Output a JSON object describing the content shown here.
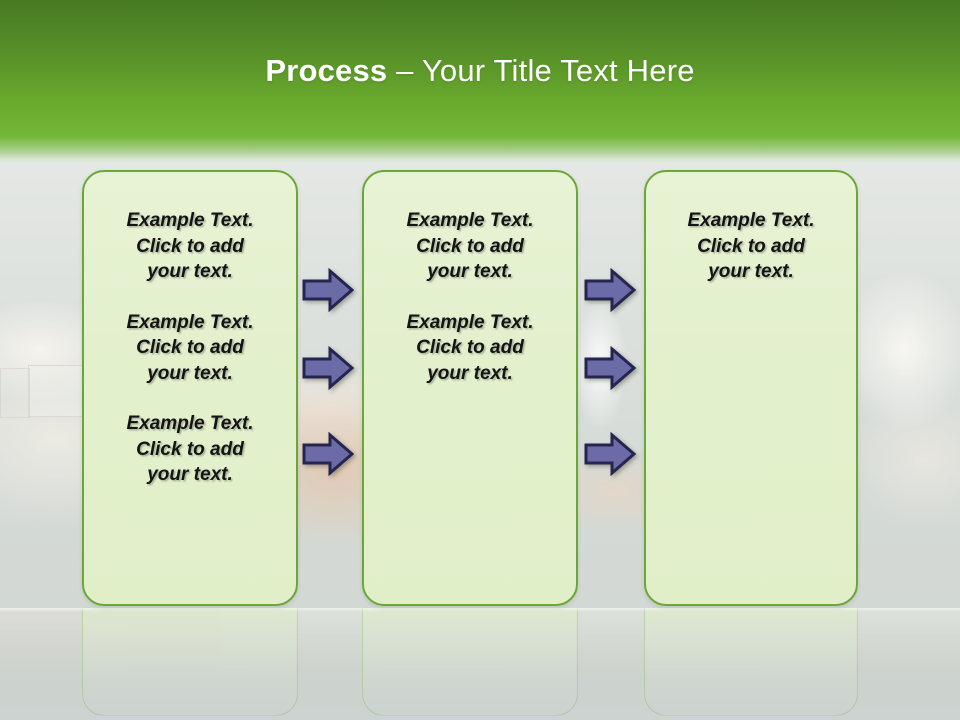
{
  "slide": {
    "title": {
      "bold_part": "Process",
      "rest_part": " – Your Title Text Here",
      "full": "Process – Your Title Text Here"
    },
    "theme": {
      "header_green_dark": "#477a23",
      "header_green_bright": "#74b636",
      "box_border_green": "#6aa739",
      "box_fill_green": "#e3f0cc",
      "arrow_fill_purple": "#6b6ba8",
      "arrow_outline_navy": "#252550",
      "floor_gray": "#cdd3cc",
      "text_color": "#141414",
      "title_color": "#ffffff"
    },
    "placeholder_text": "Example Text.\nClick  to add\nyour text.",
    "boxes": [
      {
        "name": "stage-one",
        "paragraphs": [
          "Example Text.\nClick  to add\nyour text.",
          "Example Text.\nClick  to add\nyour text.",
          "Example Text.\nClick  to add\nyour text."
        ]
      },
      {
        "name": "stage-two",
        "paragraphs": [
          "Example Text.\nClick  to add\nyour text.",
          "Example Text.\nClick  to add\nyour text."
        ]
      },
      {
        "name": "stage-three",
        "paragraphs": [
          "Example Text.\nClick  to add\nyour text."
        ]
      }
    ],
    "arrow_groups": [
      {
        "name": "arrows-between-stage-one-and-two",
        "count": 3,
        "icon": "arrow-right-icon"
      },
      {
        "name": "arrows-between-stage-two-and-three",
        "count": 3,
        "icon": "arrow-right-icon"
      }
    ],
    "background": {
      "photo_description": "faded interior photograph",
      "reflection": "mirrored box reflections on floor"
    }
  }
}
